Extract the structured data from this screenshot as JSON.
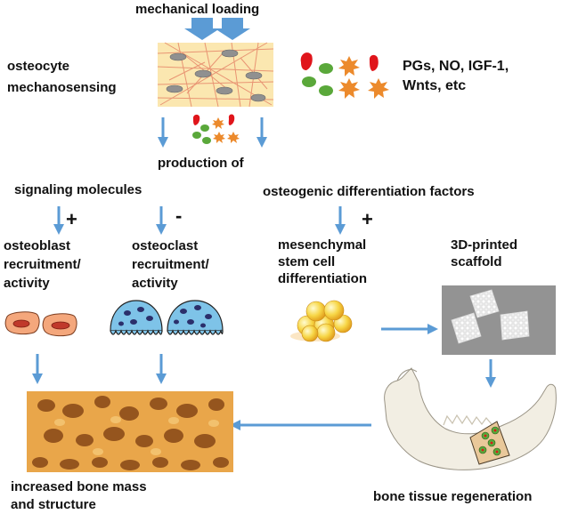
{
  "labels": {
    "mechanical_loading": "mechanical loading",
    "osteocyte": "osteocyte",
    "mechanosensing": "mechanosensing",
    "molecules_line1": "PGs, NO, IGF-1,",
    "molecules_line2": "Wnts, etc",
    "production_of": "production of",
    "signaling_molecules": "signaling molecules",
    "osteogenic_factors": "osteogenic differentiation factors",
    "osteoblast_l1": "osteoblast",
    "osteoblast_l2": "recruitment/",
    "osteoblast_l3": "activity",
    "osteoclast_l1": "osteoclast",
    "osteoclast_l2": "recruitment/",
    "osteoclast_l3": "activity",
    "msc_l1": "mesenchymal",
    "msc_l2": "stem cell",
    "msc_l3": "differentiation",
    "scaffold_l1": "3D-printed",
    "scaffold_l2": "scaffold",
    "increased_l1": "increased bone mass",
    "increased_l2": "and structure",
    "regeneration": "bone tissue regeneration"
  },
  "signs": {
    "osteoblast": "+",
    "osteoclast": "-",
    "msc": "+"
  },
  "colors": {
    "arrow": "#5b9bd5",
    "text": "#111111",
    "molecule_red": "#e0151b",
    "molecule_green": "#5aa83a",
    "molecule_orange": "#ec8a2c",
    "osteocyte_bg": "#fbe7b0",
    "bone_yellow": "#f1c15a",
    "osteoclast_blue": "#7ec3e8"
  },
  "icons": [
    "arrow-down-icon",
    "arrow-right-icon",
    "arrow-left-icon",
    "osteocyte-network-image",
    "osteoblast-cell-icon",
    "osteoclast-cell-icon",
    "stem-cell-cluster-icon",
    "scaffold-photo",
    "trabecular-bone-image",
    "mandible-image"
  ]
}
